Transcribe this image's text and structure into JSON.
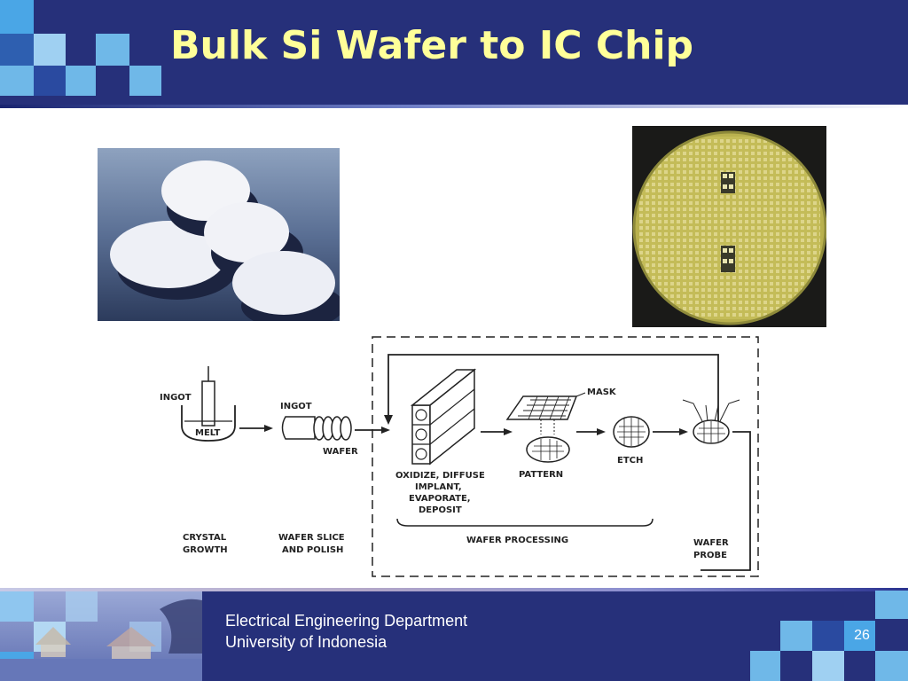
{
  "slide": {
    "title": "Bulk Si Wafer to IC Chip",
    "page_number": "26"
  },
  "footer": {
    "line1": "Electrical Engineering Department",
    "line2": "University of Indonesia"
  },
  "colors": {
    "header_bg": "#26307a",
    "title_color": "#ffff99",
    "accent_light": "#6fb8e8",
    "accent_bright": "#4aa6e6"
  },
  "diagram": {
    "ingot_left": "INGOT",
    "melt": "MELT",
    "ingot_mid": "INGOT",
    "wafer": "WAFER",
    "mask": "MASK",
    "oxidize": [
      "OXIDIZE, DIFFUSE",
      "IMPLANT,",
      "EVAPORATE,",
      "DEPOSIT"
    ],
    "pattern": "PATTERN",
    "etch": "ETCH",
    "crystal_growth": [
      "CRYSTAL",
      "GROWTH"
    ],
    "wafer_slice": [
      "WAFER SLICE",
      "AND POLISH"
    ],
    "wafer_processing": "WAFER PROCESSING",
    "wafer_probe": [
      "WAFER",
      "PROBE"
    ]
  }
}
